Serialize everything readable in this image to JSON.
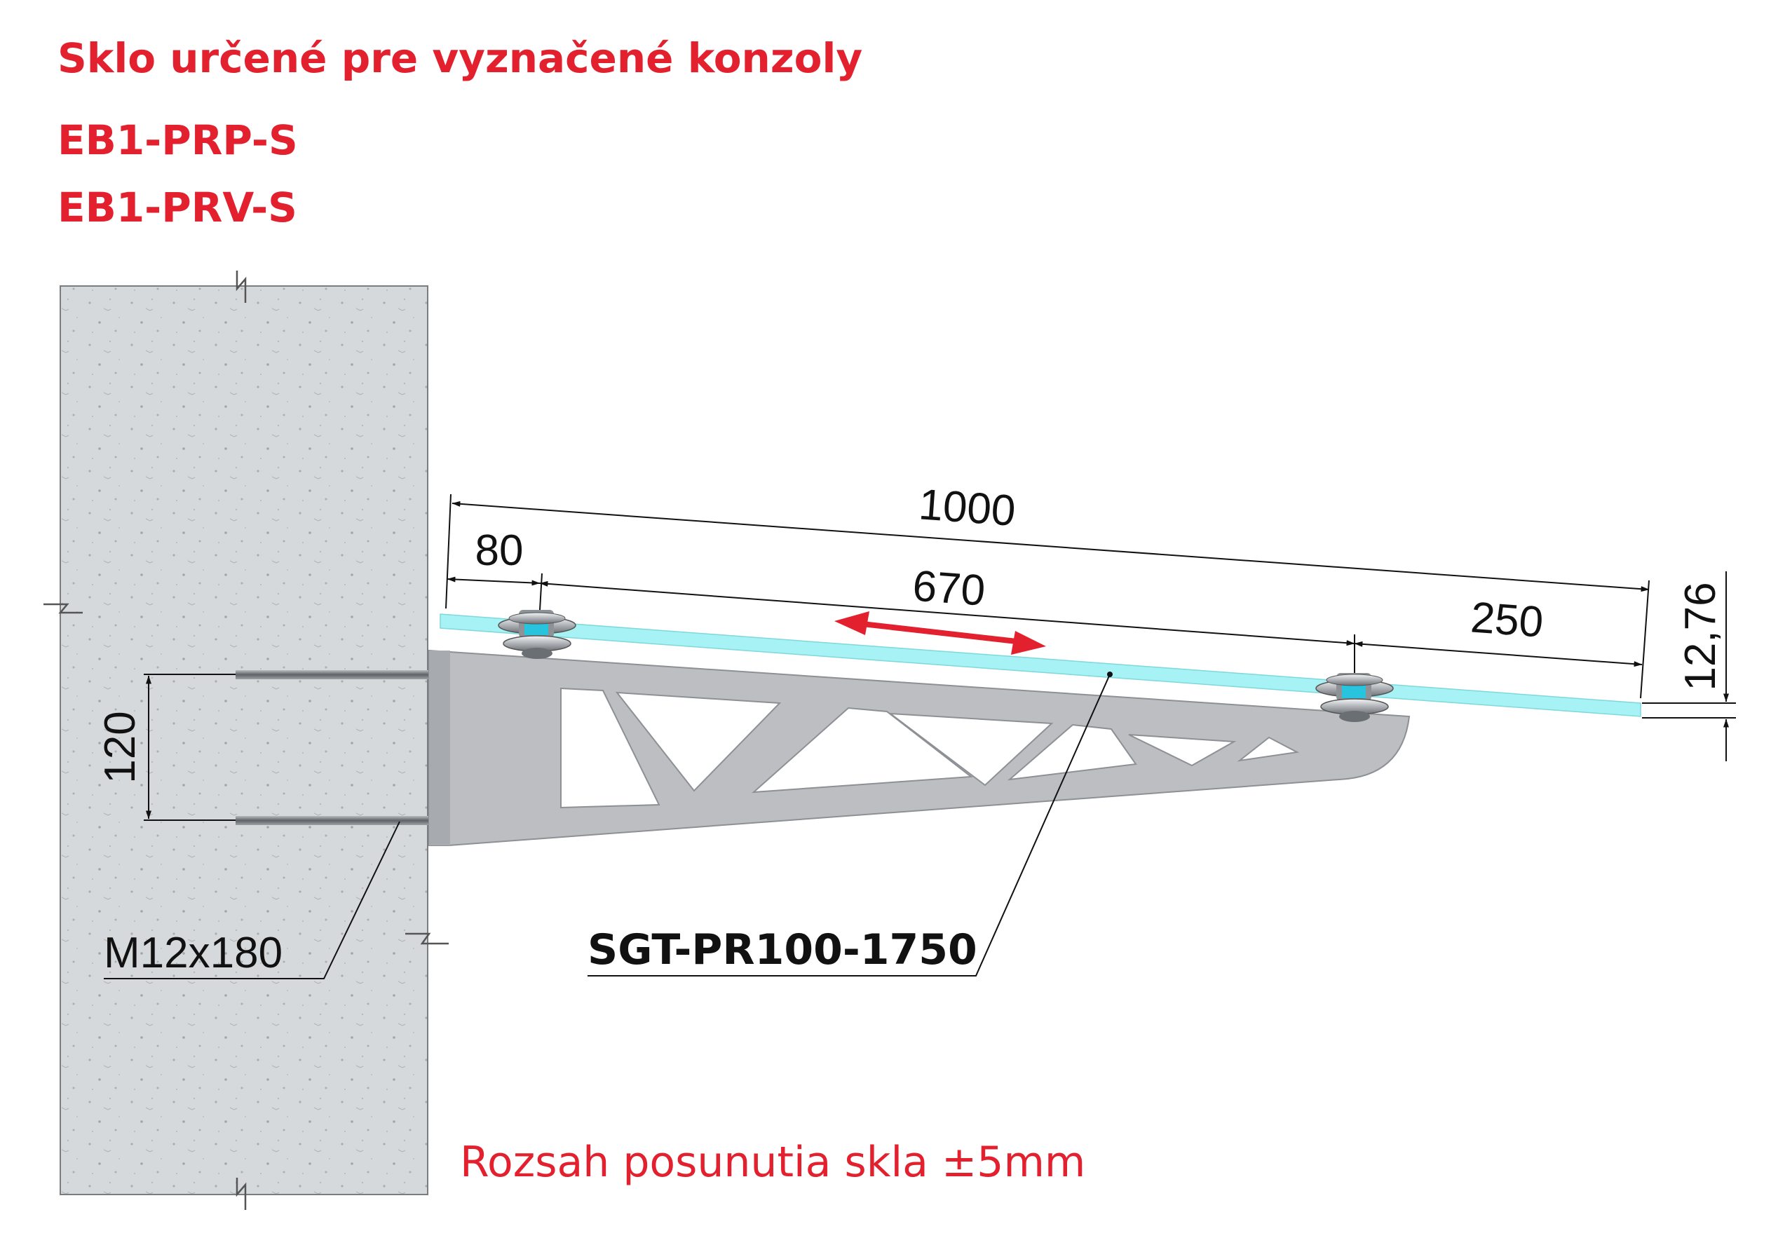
{
  "header": {
    "title": "Sklo určené pre vyznačené konzoly",
    "codes": [
      "EB1-PRP-S",
      "EB1-PRV-S"
    ]
  },
  "dimensions": {
    "total_length": "1000",
    "wall_offset": "80",
    "fitting_spacing": "670",
    "overhang": "250",
    "glass_thickness": "12,76",
    "anchor_spacing": "120"
  },
  "labels": {
    "anchor_bolt": "M12x180",
    "bracket_code": "SGT-PR100-1750",
    "adjustment_note": "Rozsah posunutia skla ±5mm"
  },
  "colors": {
    "accent_red": "#e3202e",
    "glass": "#a6f2f4",
    "bracket": "#bcbec1",
    "concrete": "#d6d9db"
  }
}
